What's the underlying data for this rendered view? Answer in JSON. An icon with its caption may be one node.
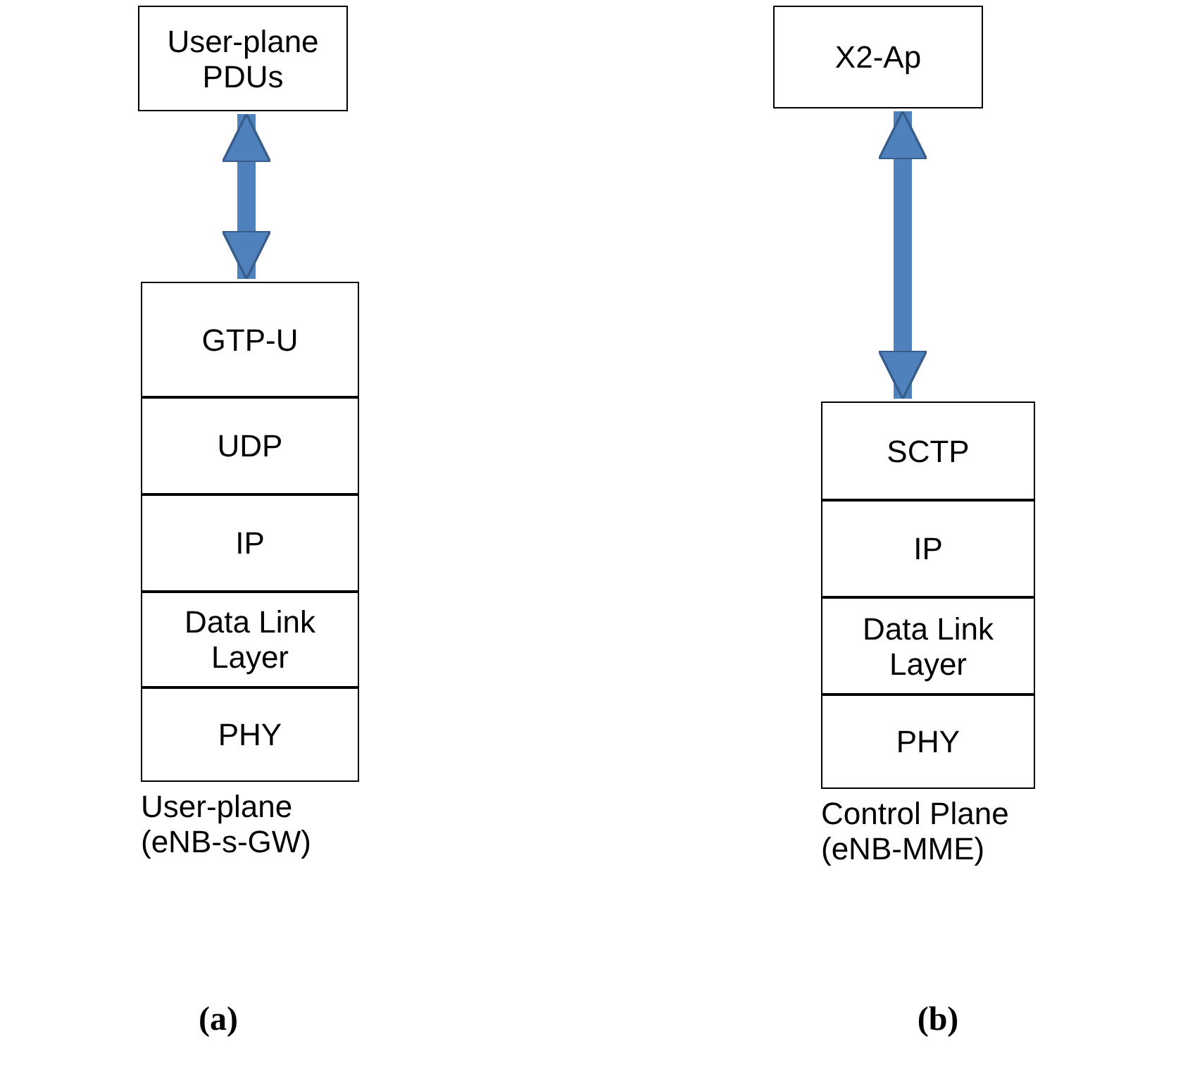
{
  "diagram": {
    "nodes": [
      {
        "text": [
          "User-plane PDUs"
        ]
      },
      {
        "text": [
          "GTP-U"
        ]
      },
      {
        "text": [
          "UDP"
        ]
      },
      {
        "text": [
          "IP"
        ]
      },
      {
        "text": [
          "Data Link Layer"
        ]
      },
      {
        "text": [
          "PHY"
        ]
      },
      {
        "text": [
          "X2-Ap"
        ]
      },
      {
        "text": [
          "SCTP"
        ]
      },
      {
        "text": [
          "IP"
        ]
      },
      {
        "text": [
          "Data Link Layer"
        ]
      },
      {
        "text": [
          "PHY"
        ]
      }
    ],
    "edges": [
      {
        "from": 0,
        "to": 1,
        "arrow": "both"
      },
      {
        "from": 6,
        "to": 7,
        "arrow": "both"
      }
    ],
    "labels": [
      "User-plane (eNB-s-GW)",
      "Control Plane (eNB-MME)",
      "(a)",
      "(b)"
    ]
  }
}
